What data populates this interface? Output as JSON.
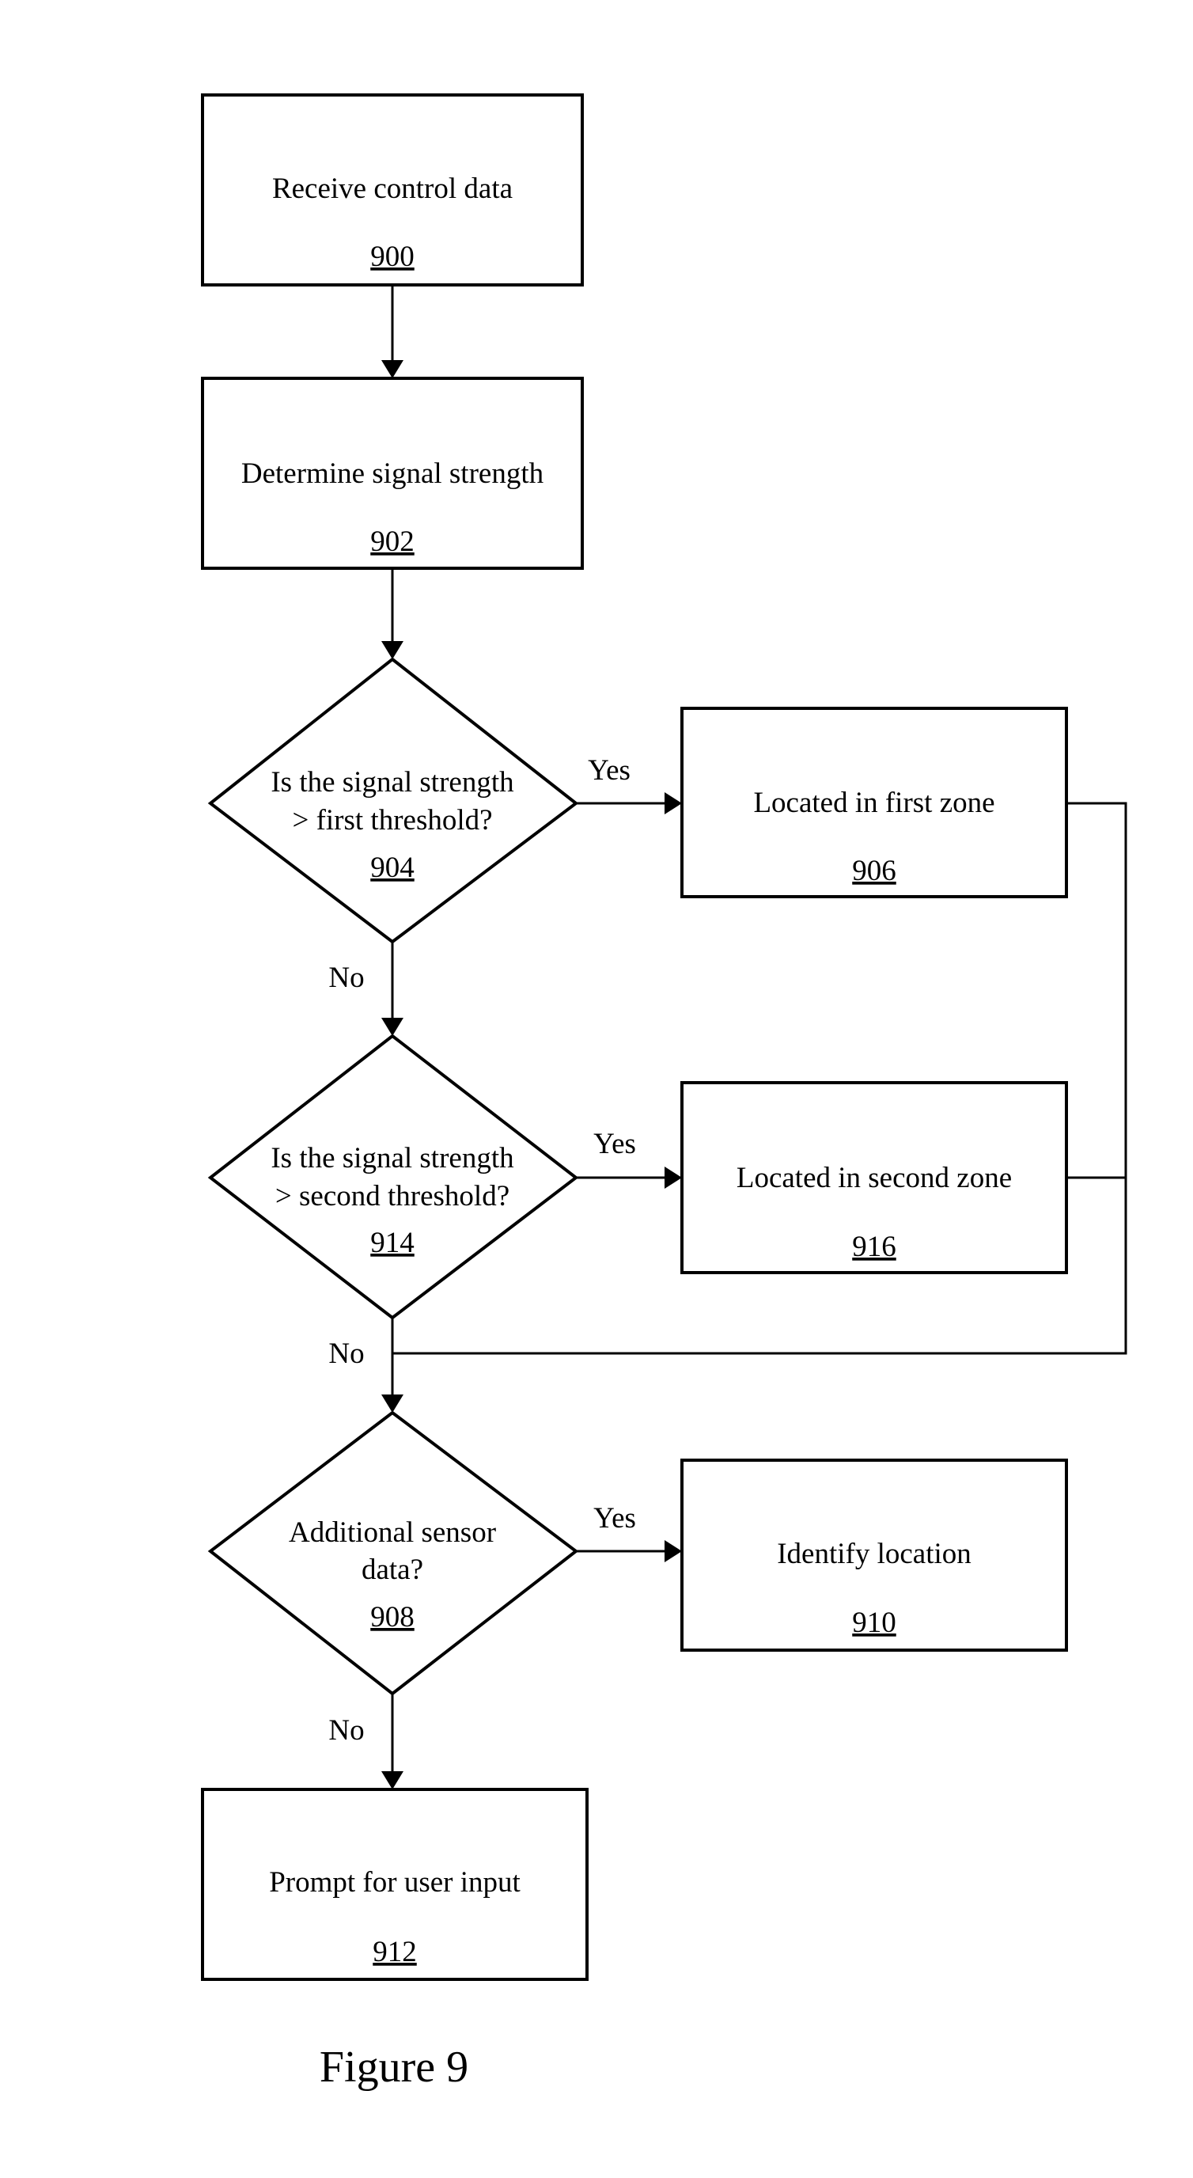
{
  "steps": {
    "s900": {
      "label": "Receive control data",
      "ref": "900"
    },
    "s902": {
      "label": "Determine signal strength",
      "ref": "902"
    },
    "s904": {
      "line1": "Is the signal strength",
      "line2": "> first threshold?",
      "ref": "904"
    },
    "s906": {
      "label": "Located in first zone",
      "ref": "906"
    },
    "s914": {
      "line1": "Is the signal strength",
      "line2": "> second threshold?",
      "ref": "914"
    },
    "s916": {
      "label": "Located in second zone",
      "ref": "916"
    },
    "s908": {
      "line1": "Additional sensor",
      "line2": "data?",
      "ref": "908"
    },
    "s910": {
      "label": "Identify location",
      "ref": "910"
    },
    "s912": {
      "label": "Prompt for user input",
      "ref": "912"
    }
  },
  "branches": {
    "yes": "Yes",
    "no": "No"
  },
  "caption": "Figure 9"
}
